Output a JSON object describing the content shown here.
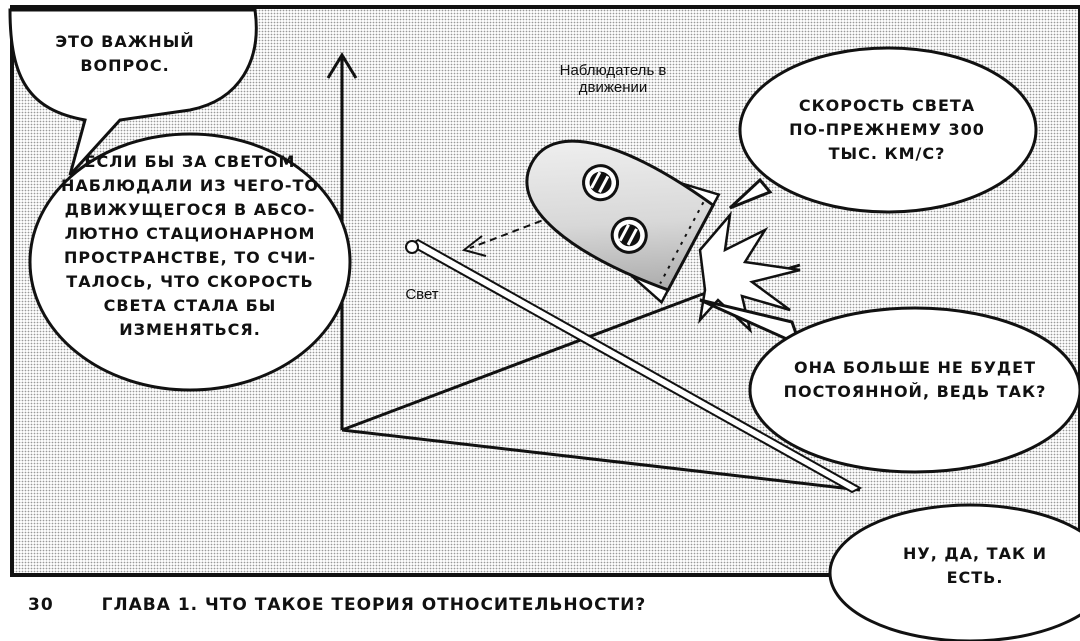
{
  "panel": {
    "bubbles": {
      "important": "ЭТО ВАЖНЫЙ ВОПРОС.",
      "explanation": "ЕСЛИ БЫ ЗА СВЕТОМ НАБЛЮДАЛИ ИЗ ЧЕГО-ТО ДВИЖУЩЕГОСЯ В АБСО-ЛЮТНО СТАЦИОНАРНОМ ПРОСТРАНСТВЕ, ТО СЧИ-ТАЛОСЬ, ЧТО СКОРОСТЬ СВЕТА СТАЛА БЫ ИЗМЕНЯТЬСЯ.",
      "question_speed": "СКОРОСТЬ СВЕТА ПО-ПРЕЖНЕМУ 300 ТЫС. КМ/С?",
      "not_constant": "ОНА БОЛЬШЕ НЕ БУДЕТ ПОСТОЯННОЙ, ВЕДЬ ТАК?",
      "answer": "НУ, ДА, ТАК И ЕСТЬ."
    },
    "labels": {
      "observer": "Наблюдатель в движении",
      "light": "Свет"
    }
  },
  "footer": {
    "page_number": "30",
    "chapter_title": "ГЛАВА 1. ЧТО ТАКОЕ ТЕОРИЯ ОТНОСИТЕЛЬНОСТИ?"
  },
  "colors": {
    "ink": "#111111",
    "paper": "#ffffff",
    "screentone": "#d4d4d4"
  },
  "icons": [
    "rocket-icon",
    "light-beam",
    "axis-arrow"
  ]
}
